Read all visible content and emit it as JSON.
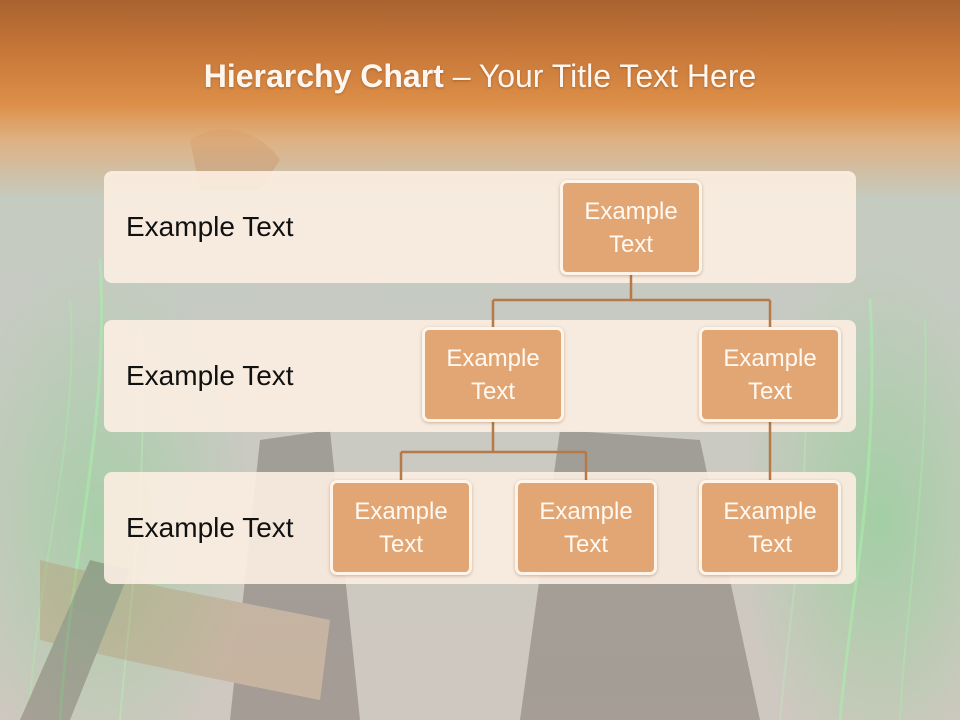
{
  "slide": {
    "title_bold": "Hierarchy Chart",
    "title_rest": " – Your Title Text Here"
  },
  "levels": [
    {
      "label": "Example Text"
    },
    {
      "label": "Example Text"
    },
    {
      "label": "Example Text"
    }
  ],
  "nodes": {
    "root": "Example Text",
    "level2_left": "Example Text",
    "level2_right": "Example Text",
    "level3_left": "Example Text",
    "level3_middle": "Example Text",
    "level3_right": "Example Text"
  },
  "colors": {
    "header": "#dd8f48",
    "band": "#fceee2",
    "node_fill": "#e2a674",
    "node_border": "#fff4ea",
    "connector": "#b57a48"
  }
}
